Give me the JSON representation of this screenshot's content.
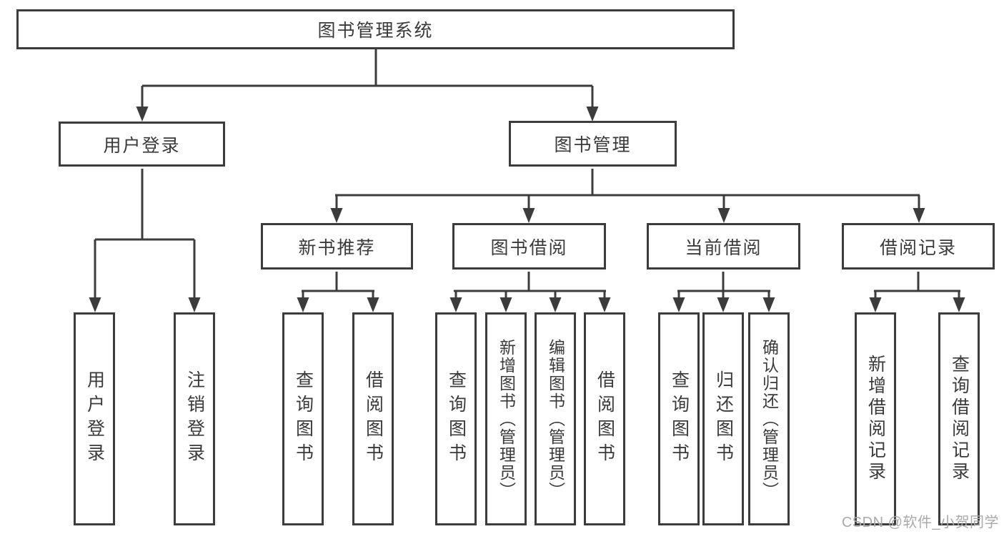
{
  "nodes": {
    "root": "图书管理系统",
    "user_login": "用户登录",
    "book_management": "图书管理",
    "new_book_recommend": "新书推荐",
    "book_borrow": "图书借阅",
    "current_borrow": "当前借阅",
    "borrow_record": "借阅记录",
    "leaf_user_login": "用户登录",
    "leaf_logout": "注销登录",
    "leaf_nbr_query_books": "查询图书",
    "leaf_nbr_borrow_books": "借阅图书",
    "leaf_bb_query_books": "查询图书",
    "leaf_bb_add_books": "新增图书（管理员）",
    "leaf_bb_edit_books": "编辑图书（管理员）",
    "leaf_bb_borrow_books": "借阅图书",
    "leaf_cb_query_books": "查询图书",
    "leaf_cb_return_books": "归还图书",
    "leaf_cb_confirm_return": "确认归还（管理员）",
    "leaf_br_add_record": "新增借阅记录",
    "leaf_br_query_record": "查询借阅记录"
  },
  "watermark": "CSDN @软件_小贺同学",
  "colors": {
    "line": "#3c3c3c",
    "text": "#3a3a3a",
    "watermark": "#a9a9a9",
    "background": "#ffffff"
  }
}
